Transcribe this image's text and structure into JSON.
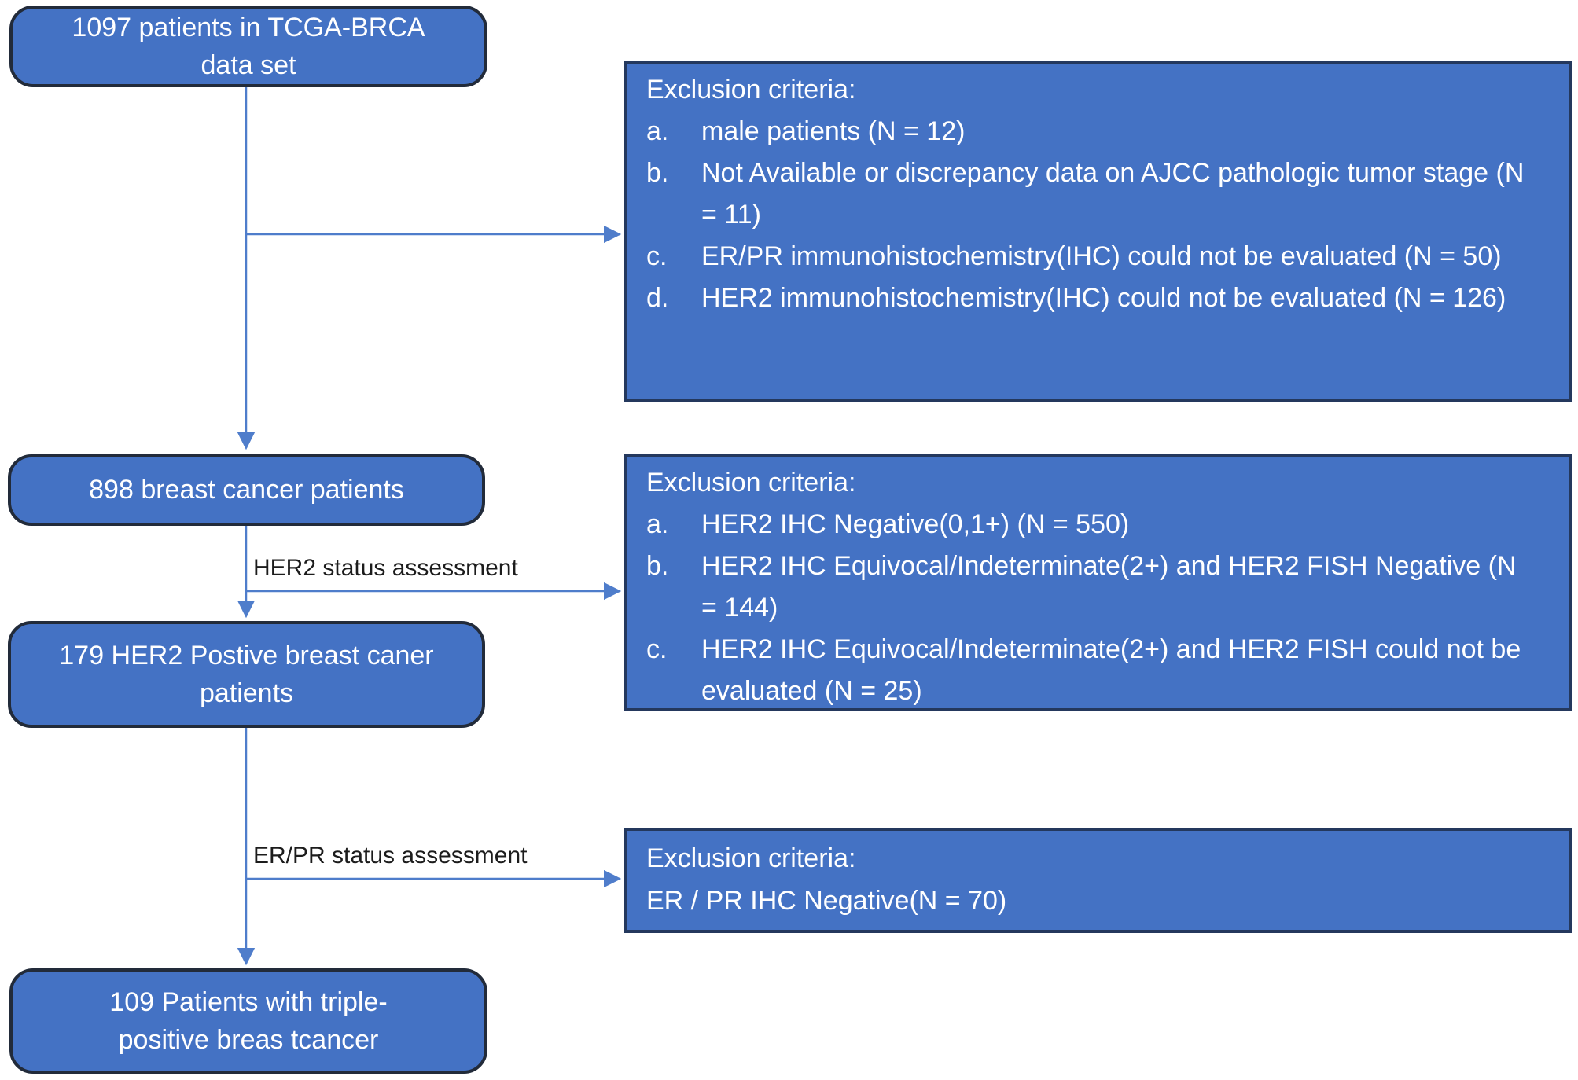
{
  "colors": {
    "node_fill": "#4472C4",
    "node_border": "#222B3A",
    "panel_border": "#24385D",
    "arrow": "#4F7DCB",
    "node_text": "#FFFFFF",
    "label_text": "#1C1C1C",
    "background": "#FFFFFF"
  },
  "nodes": {
    "start": {
      "label": "1097 patients in TCGA-BRCA data set"
    },
    "breast": {
      "label": "898 breast cancer patients"
    },
    "her2": {
      "label": "179 HER2 Postive breast caner patients"
    },
    "triple": {
      "label": "109 Patients with triple-positive breas tcancer"
    }
  },
  "edge_labels": {
    "her2_assessment": "HER2 status assessment",
    "erpr_assessment": "ER/PR status assessment"
  },
  "exclusion_panels": [
    {
      "title": "Exclusion criteria:",
      "items": [
        {
          "marker": "a.",
          "text": "male patients (N = 12)"
        },
        {
          "marker": "b.",
          "text": "Not Available or discrepancy data on AJCC pathologic tumor stage (N = 11)"
        },
        {
          "marker": "c.",
          "text": "ER/PR immunohistochemistry(IHC) could not be evaluated (N = 50)"
        },
        {
          "marker": "d.",
          "text": "HER2 immunohistochemistry(IHC) could not be evaluated (N = 126)"
        }
      ]
    },
    {
      "title": "Exclusion criteria:",
      "items": [
        {
          "marker": "a.",
          "text": "HER2 IHC Negative(0,1+) (N = 550)"
        },
        {
          "marker": "b.",
          "text": "HER2 IHC Equivocal/Indeterminate(2+) and HER2 FISH Negative (N = 144)"
        },
        {
          "marker": "c.",
          "text": "HER2 IHC Equivocal/Indeterminate(2+) and HER2 FISH could not be evaluated (N = 25)"
        }
      ]
    },
    {
      "title": "Exclusion criteria:",
      "items": [
        {
          "marker": "",
          "text": "ER / PR IHC Negative(N = 70)"
        }
      ]
    }
  ]
}
